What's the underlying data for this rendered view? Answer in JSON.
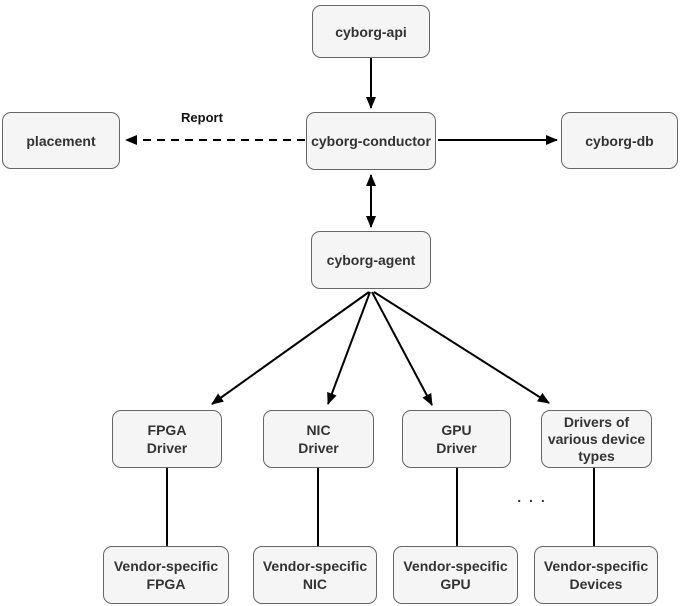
{
  "diagram": {
    "type": "architecture-diagram",
    "subject": "Cyborg service components",
    "colors": {
      "background": "#ffffff",
      "box_fill": "#f5f5f5",
      "box_border": "#666666",
      "box_text": "#333333",
      "arrow": "#000000"
    },
    "nodes": {
      "cyborg_api": "cyborg-api",
      "placement": "placement",
      "cyborg_conductor": "cyborg-conductor",
      "cyborg_db": "cyborg-db",
      "cyborg_agent": "cyborg-agent",
      "fpga_driver": "FPGA\nDriver",
      "nic_driver": "NIC\nDriver",
      "gpu_driver": "GPU\nDriver",
      "various_drivers": "Drivers of\nvarious device\ntypes",
      "vendor_fpga": "Vendor-specific\nFPGA",
      "vendor_nic": "Vendor-specific\nNIC",
      "vendor_gpu": "Vendor-specific\nGPU",
      "vendor_devices": "Vendor-specific\nDevices"
    },
    "labels": {
      "report": "Report",
      "ellipsis": ". . ."
    },
    "edges": [
      {
        "from": "cyborg-api",
        "to": "cyborg-conductor",
        "style": "solid",
        "direction": "one-way"
      },
      {
        "from": "cyborg-conductor",
        "to": "placement",
        "style": "dashed",
        "direction": "one-way",
        "label": "Report"
      },
      {
        "from": "cyborg-conductor",
        "to": "cyborg-db",
        "style": "solid",
        "direction": "one-way"
      },
      {
        "from": "cyborg-conductor",
        "to": "cyborg-agent",
        "style": "solid",
        "direction": "two-way"
      },
      {
        "from": "cyborg-agent",
        "to": "FPGA Driver",
        "style": "solid",
        "direction": "one-way"
      },
      {
        "from": "cyborg-agent",
        "to": "NIC Driver",
        "style": "solid",
        "direction": "one-way"
      },
      {
        "from": "cyborg-agent",
        "to": "GPU Driver",
        "style": "solid",
        "direction": "one-way"
      },
      {
        "from": "cyborg-agent",
        "to": "Drivers of various device types",
        "style": "solid",
        "direction": "one-way"
      },
      {
        "from": "FPGA Driver",
        "to": "Vendor-specific FPGA",
        "style": "plain-line"
      },
      {
        "from": "NIC Driver",
        "to": "Vendor-specific NIC",
        "style": "plain-line"
      },
      {
        "from": "GPU Driver",
        "to": "Vendor-specific GPU",
        "style": "plain-line"
      },
      {
        "from": "Drivers of various device types",
        "to": "Vendor-specific Devices",
        "style": "plain-line"
      }
    ]
  }
}
